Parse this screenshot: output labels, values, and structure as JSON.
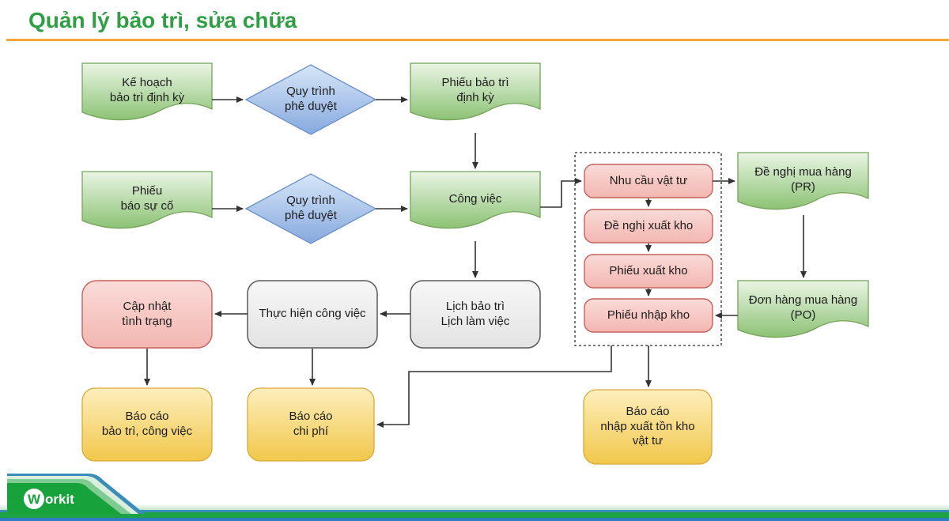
{
  "title": "Quản lý bảo trì, sửa chữa",
  "nodes": {
    "plan": "Kế hoạch\nbảo trì định kỳ",
    "approve1": "Quy trình\nphê duyệt",
    "ticket": "Phiếu bảo trì\nđịnh kỳ",
    "incident": "Phiếu\nbáo sự cố",
    "approve2": "Quy trình\nphê duyệt",
    "work": "Công việc",
    "material_need": "Nhu cầu vật tư",
    "issue_request": "Đề nghị xuất kho",
    "issue_note": "Phiếu xuất kho",
    "receipt_note": "Phiếu nhập kho",
    "pr": "Đề nghị mua hàng\n(PR)",
    "po": "Đơn hàng mua hàng\n(PO)",
    "status_update": "Cập nhật\ntình trạng",
    "execute": "Thực hiện công việc",
    "schedule": "Lịch bảo trì\nLịch làm việc",
    "report_maintenance": "Báo cáo\nbảo trì, công việc",
    "report_cost": "Báo cáo\nchi phí",
    "report_inventory": "Báo cáo\nnhập xuất tồn kho\nvật tư"
  },
  "edges": [
    {
      "from": "plan",
      "to": "approve1"
    },
    {
      "from": "approve1",
      "to": "ticket"
    },
    {
      "from": "ticket",
      "to": "work"
    },
    {
      "from": "incident",
      "to": "approve2"
    },
    {
      "from": "approve2",
      "to": "work"
    },
    {
      "from": "work",
      "to": "material_need"
    },
    {
      "from": "material_need",
      "to": "issue_request"
    },
    {
      "from": "issue_request",
      "to": "issue_note"
    },
    {
      "from": "issue_note",
      "to": "receipt_note"
    },
    {
      "from": "material_need",
      "to": "pr"
    },
    {
      "from": "pr",
      "to": "po"
    },
    {
      "from": "po",
      "to": "receipt_note"
    },
    {
      "from": "work",
      "to": "schedule"
    },
    {
      "from": "schedule",
      "to": "execute"
    },
    {
      "from": "execute",
      "to": "status_update"
    },
    {
      "from": "status_update",
      "to": "report_maintenance"
    },
    {
      "from": "execute",
      "to": "report_cost"
    },
    {
      "from": "materials_group",
      "to": "report_cost"
    },
    {
      "from": "materials_group",
      "to": "report_inventory"
    }
  ],
  "colors": {
    "title_green": "#2f9e44",
    "underline_orange": "#f6a73a",
    "document_green": "#8cc275",
    "decision_blue": "#87a9de",
    "box_pink": "#f3b6b1",
    "box_gray": "#ededed",
    "box_yellow": "#f1c84b",
    "ribbon_green": "#17a23c",
    "ribbon_blue": "#2e7dc2"
  },
  "footer": {
    "brand_initial": "W",
    "brand_rest": "orkit"
  }
}
